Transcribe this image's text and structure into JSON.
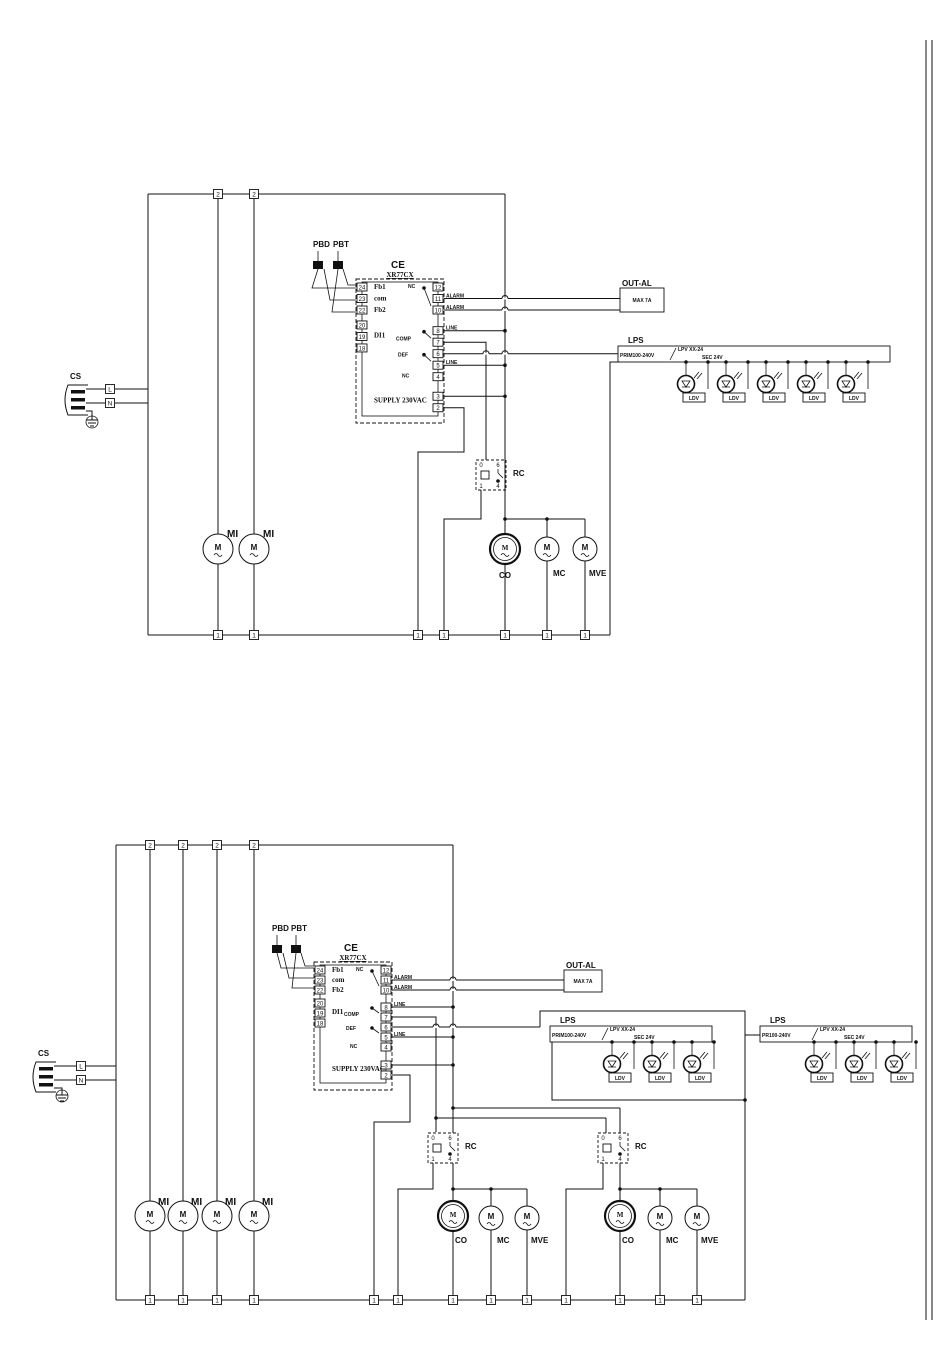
{
  "labels": {
    "controller": "CE",
    "controller_model": "XR77CX",
    "probe_defrost": "PBD",
    "probe_temp": "PBT",
    "fb1": "Fb1",
    "com": "com",
    "fb2": "Fb2",
    "di1": "DI1",
    "nc_top": "NC",
    "comp": "COMP",
    "def": "DEF",
    "nc": "NC",
    "supply": "SUPPLY 230VAC",
    "line": "LINE",
    "alarm": "ALARM",
    "out_al": "OUT-AL",
    "max_7a": "MAX 7A",
    "lps": "LPS",
    "prim_top": "PRIM100-240V",
    "prim_bottom_left": "PRIM100-240V",
    "prim_bottom_right": "PR100-240V",
    "lpv": "LPV XX-24",
    "sec": "SEC 24V",
    "ldv": "LDV",
    "rc": "RC",
    "co": "CO",
    "mc": "MC",
    "mve": "MVE",
    "mi": "MI",
    "cs": "CS",
    "l": "L",
    "n": "N",
    "motor": "M",
    "t1": "1",
    "t2": "2"
  },
  "controller_terminals": {
    "probe": [
      "24",
      "23",
      "22"
    ],
    "di": [
      "20",
      "19",
      "18"
    ],
    "outputs": [
      "12",
      "11",
      "10",
      "8",
      "7",
      "6",
      "5",
      "4",
      "3",
      "2"
    ]
  },
  "relay_pins": [
    "0",
    "6",
    "1",
    "4"
  ]
}
